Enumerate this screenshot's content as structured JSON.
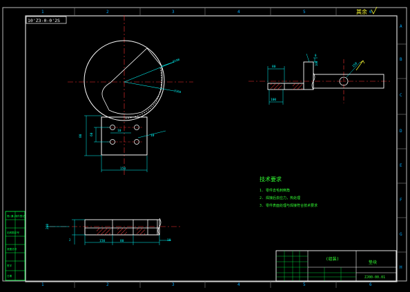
{
  "drawing": {
    "code_label": "10'Z3-0-0'2S",
    "corner_mark": "其余",
    "col_numbers": [
      "1",
      "2",
      "3",
      "4",
      "5",
      "6"
    ],
    "row_letters": [
      "A",
      "B",
      "C",
      "D",
      "E",
      "F",
      "G",
      "H"
    ]
  },
  "dimensions": {
    "d1": "0190",
    "d2": "0160",
    "d3": "80",
    "d4": "60",
    "d5": "260",
    "d6": "150",
    "d7": "80",
    "d8": "100",
    "d9": "100",
    "d10": "150",
    "d11": "10",
    "d12": "10",
    "d13": "0",
    "weld": "2"
  },
  "tech_requirements": {
    "title": "技术要求",
    "items": [
      "1. 零件去毛刺倒角",
      "2. 焊接后去应力，热处理",
      "3. 零件表面处理与焊接符合技术要求"
    ]
  },
  "title_block": {
    "part_name": "(组装)",
    "material": "垫块",
    "drawing_no": "ZJ00-00.01"
  },
  "side_table": [
    "借(通)用件登记",
    "",
    "旧底图总号",
    "",
    "底图总号",
    "",
    "签字",
    "日期"
  ]
}
